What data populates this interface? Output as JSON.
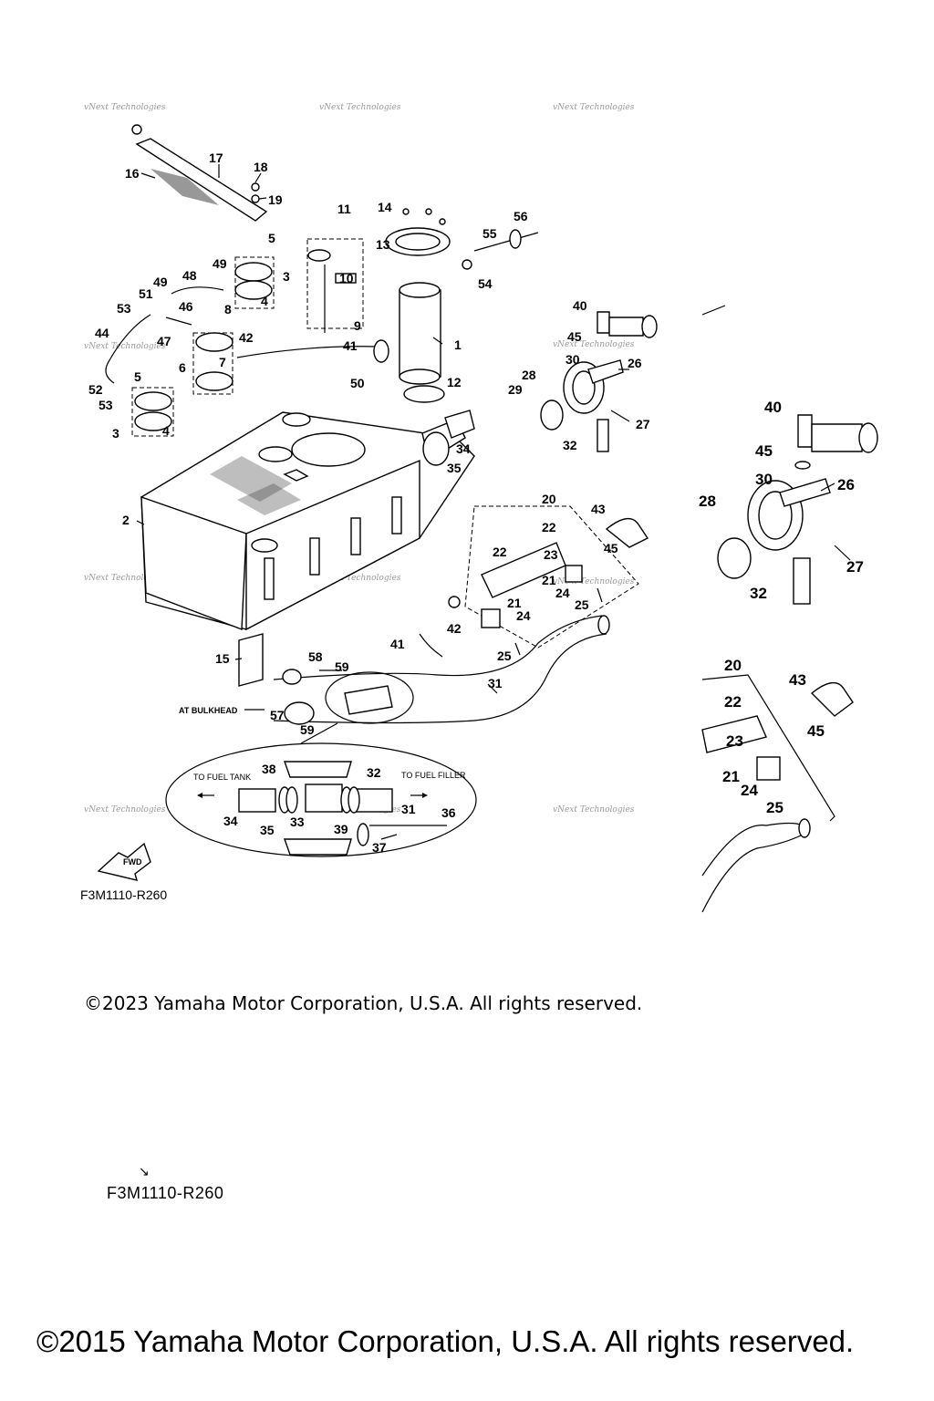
{
  "callouts": [
    "1",
    "2",
    "3",
    "4",
    "5",
    "6",
    "7",
    "8",
    "9",
    "10",
    "11",
    "12",
    "13",
    "14",
    "15",
    "16",
    "17",
    "18",
    "19",
    "20",
    "21",
    "22",
    "23",
    "24",
    "25",
    "26",
    "27",
    "28",
    "29",
    "30",
    "31",
    "32",
    "33",
    "34",
    "35",
    "36",
    "37",
    "38",
    "39",
    "40",
    "41",
    "42",
    "43",
    "44",
    "45",
    "46",
    "47",
    "48",
    "49",
    "50",
    "51",
    "52",
    "53",
    "54",
    "55",
    "56",
    "57",
    "58",
    "59"
  ],
  "annotations": {
    "at_bulkhead": "AT BULKHEAD",
    "to_fuel_tank": "TO FUEL TANK",
    "to_fuel_filler": "TO FUEL FILLER",
    "fwd": "FWD",
    "figure_code": "F3M1110-R260",
    "figure_code_bottom": "F3M1110-R260"
  },
  "watermark": "vNext Technologies",
  "copyright": {
    "line_2023": "©2023 Yamaha Motor Corporation, U.S.A. All rights reserved.",
    "line_2015": "©2015 Yamaha Motor Corporation, U.S.A. All rights reserved."
  }
}
